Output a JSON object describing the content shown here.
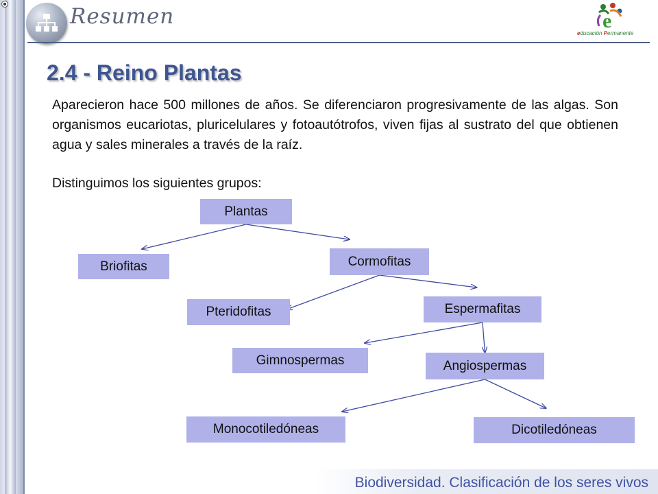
{
  "header": {
    "title": "Resumen",
    "brand": {
      "letter": "e",
      "text_first": "e",
      "text_mid": "ducación ",
      "text_second": "P",
      "text_end": "ermanente"
    }
  },
  "slide": {
    "title": "2.4 - Reino Plantas",
    "paragraph": "Aparecieron hace 500 millones de años. Se diferenciaron progresivamente de las algas. Son organismos eucariotas, pluricelulares y fotoautótrofos, viven fijas al sustrato del que obtienen agua y sales minerales a través de la raíz.",
    "intro": "Distinguimos los siguientes grupos:"
  },
  "diagram": {
    "nodes": {
      "plantas": "Plantas",
      "briofitas": "Briofitas",
      "cormofitas": "Cormofitas",
      "pteridofitas": "Pteridofitas",
      "espermafitas": "Espermafitas",
      "gimnospermas": "Gimnospermas",
      "angiospermas": "Angiospermas",
      "monocotiledoneas": "Monocotiledóneas",
      "dicotiledoneas": "Dicotiledóneas"
    },
    "edges": [
      [
        "plantas",
        "briofitas"
      ],
      [
        "plantas",
        "cormofitas"
      ],
      [
        "cormofitas",
        "pteridofitas"
      ],
      [
        "cormofitas",
        "espermafitas"
      ],
      [
        "espermafitas",
        "gimnospermas"
      ],
      [
        "espermafitas",
        "angiospermas"
      ],
      [
        "angiospermas",
        "monocotiledoneas"
      ],
      [
        "angiospermas",
        "dicotiledoneas"
      ]
    ],
    "node_color": "#b0b1e9",
    "edge_color": "#3f4aa0"
  },
  "footer": {
    "text": "Biodiversidad. Clasificación de los seres vivos"
  }
}
